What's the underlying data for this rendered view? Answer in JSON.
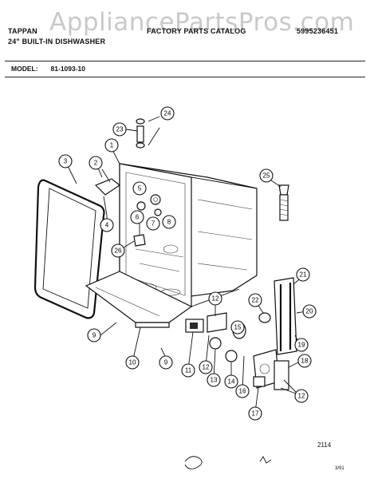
{
  "watermark": "AppliancePartsPros.com",
  "header": {
    "brand": "TAPPAN",
    "catalog": "FACTORY PARTS CATALOG",
    "part_number": "5995236451",
    "product_title": "24\" BUILT-IN DISHWASHER"
  },
  "model": {
    "label": "MODEL:",
    "value": "81-1093-10"
  },
  "page_ref": "2114",
  "date": "3/91",
  "callouts": [
    "1",
    "2",
    "3",
    "4",
    "5",
    "6",
    "7",
    "8",
    "9",
    "9",
    "10",
    "11",
    "12",
    "12",
    "13",
    "14",
    "15",
    "16",
    "17",
    "18",
    "12",
    "19",
    "20",
    "21",
    "22",
    "23",
    "24",
    "25",
    "26"
  ]
}
